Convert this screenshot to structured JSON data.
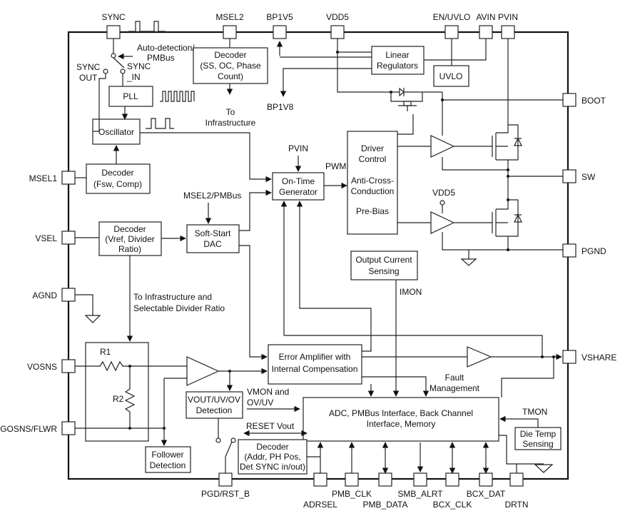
{
  "pins": {
    "sync": "SYNC",
    "msel2": "MSEL2",
    "bp1v5": "BP1V5",
    "vdd5": "VDD5",
    "en_uvlo": "EN/UVLO",
    "avin": "AVIN",
    "pvin": "PVIN",
    "boot": "BOOT",
    "sw": "SW",
    "pgnd": "PGND",
    "vshare": "VSHARE",
    "msel1": "MSEL1",
    "vsel": "VSEL",
    "agnd": "AGND",
    "vosns": "VOSNS",
    "gosns": "GOSNS/FLWR",
    "pgd_rst": "PGD/RST_B",
    "adrsel": "ADRSEL",
    "pmb_clk": "PMB_CLK",
    "pmb_data": "PMB_DATA",
    "smb_alrt": "SMB_ALRT",
    "bcx_clk": "BCX_CLK",
    "bcx_dat": "BCX_DAT",
    "drtn": "DRTN"
  },
  "blocks": {
    "decoder_msel2": [
      "Decoder",
      "(SS, OC, Phase",
      "Count)"
    ],
    "linear_regulators": [
      "Linear",
      "Regulators"
    ],
    "uvlo": "UVLO",
    "pll": "PLL",
    "oscillator": "Oscillator",
    "decoder_msel1": [
      "Decoder",
      "(Fsw, Comp)"
    ],
    "on_time_generator": [
      "On-Time",
      "Generator"
    ],
    "driver_control": [
      "Driver",
      "Control",
      "Anti-Cross-",
      "Conduction",
      "Pre-Bias"
    ],
    "decoder_vsel": [
      "Decoder",
      "(Vref, Divider",
      "Ratio)"
    ],
    "soft_start_dac": [
      "Soft-Start",
      "DAC"
    ],
    "output_current_sensing": [
      "Output Current",
      "Sensing"
    ],
    "error_amplifier": [
      "Error Amplifier with",
      "Internal Compensation"
    ],
    "vout_detection": [
      "VOUT/UV/OV",
      "Detection"
    ],
    "adc_block": [
      "ADC, PMBus Interface, Back Channel",
      "Interface,  Memory"
    ],
    "decoder_addr": [
      "Decoder",
      "(Addr, PH Pos,",
      "Det SYNC in/out)"
    ],
    "follower_detection": [
      "Follower",
      "Detection"
    ],
    "die_temp_sensing": [
      "Die Temp",
      "Sensing"
    ]
  },
  "labels": {
    "auto_detection": [
      "Auto-detection/",
      "PMBus"
    ],
    "sync_out": [
      "SYNC",
      "OUT"
    ],
    "sync_in": [
      "SYNC",
      "_IN"
    ],
    "to_infrastructure": [
      "To",
      "Infrastructure"
    ],
    "bp1v8": "BP1V8",
    "pvin_label": "PVIN",
    "pwm": "PWM",
    "vdd5_label": "VDD5",
    "msel2_pmbus": "MSEL2/PMBus",
    "imon": "IMON",
    "to_infra_divider": [
      "To Infrastructure and",
      "Selectable Divider Ratio"
    ],
    "r1": "R1",
    "r2": "R2",
    "plus": "+",
    "minus": "−",
    "fault_management": [
      "Fault",
      "Management"
    ],
    "vmon": [
      "VMON and",
      "OV/UV"
    ],
    "reset_vout": "RESET Vout",
    "tmon": "TMON"
  }
}
